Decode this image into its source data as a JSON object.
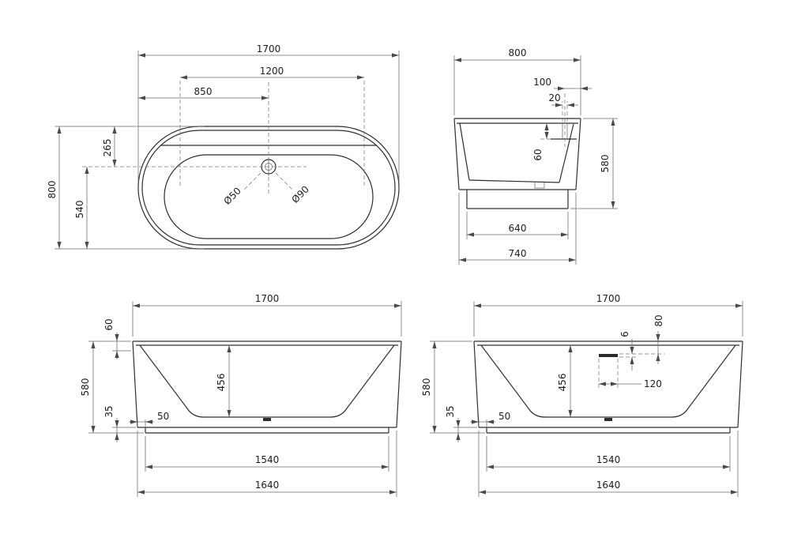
{
  "plan": {
    "length_overall": "1700",
    "length_1200": "1200",
    "length_850": "850",
    "width_overall": "800",
    "width_540": "540",
    "width_265": "265",
    "drain_small": "Ø50",
    "drain_large": "Ø90"
  },
  "end": {
    "width_overall": "800",
    "offset_100": "100",
    "hole_20": "20",
    "depth_60": "60",
    "height_overall": "580",
    "plinth_640": "640",
    "base_740": "740"
  },
  "front": {
    "length_overall": "1700",
    "rim_60": "60",
    "height_overall": "580",
    "depth_456": "456",
    "plinth_35": "35",
    "inset_50": "50",
    "plinth_1540": "1540",
    "base_1640": "1640"
  },
  "back": {
    "length_overall": "1700",
    "overflow_80": "80",
    "overflow_6": "6",
    "overflow_120": "120",
    "height_overall": "580",
    "depth_456": "456",
    "plinth_35": "35",
    "inset_50": "50",
    "plinth_1540": "1540",
    "base_1640": "1640"
  }
}
